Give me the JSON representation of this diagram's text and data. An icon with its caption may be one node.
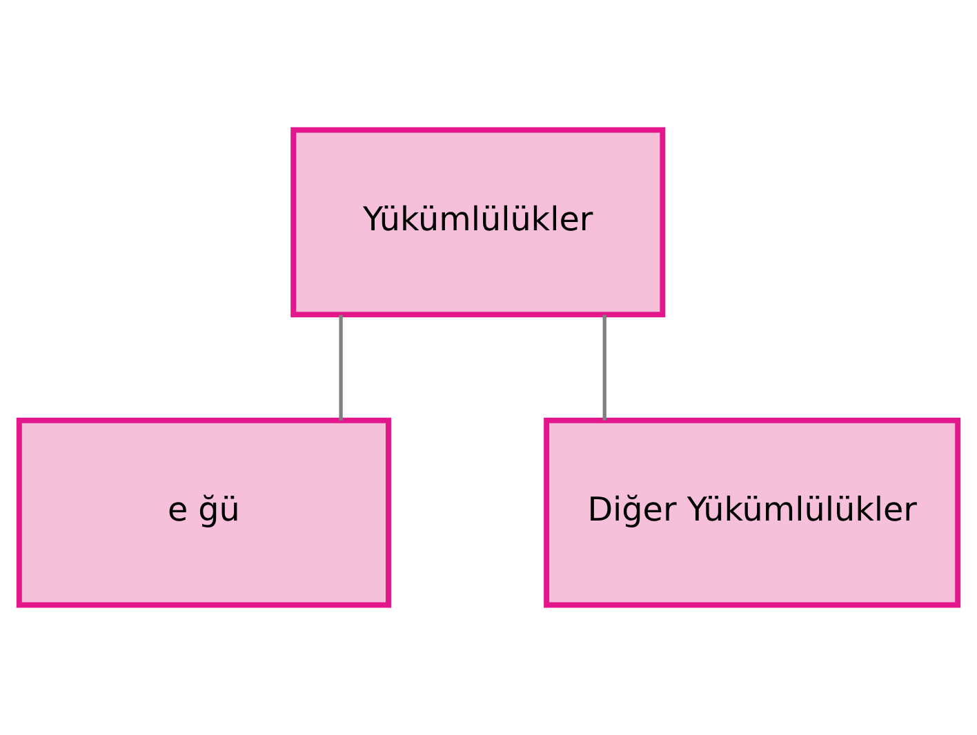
{
  "diagram": {
    "nodes": [
      {
        "text": [
          "Yükümlülükler"
        ]
      },
      {
        "text": [
          "e ğü"
        ]
      },
      {
        "text": [
          "Diğer Yükümlülükler"
        ]
      }
    ],
    "edges": [
      {
        "from": 0,
        "to": 1,
        "arrow": "none"
      },
      {
        "from": 0,
        "to": 2,
        "arrow": "none"
      }
    ]
  }
}
